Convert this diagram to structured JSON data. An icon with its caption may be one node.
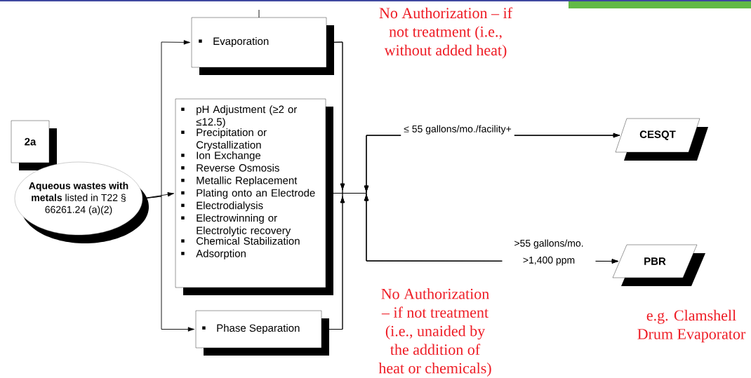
{
  "diagram": {
    "nodes": [
      {
        "text": [
          "2a"
        ]
      },
      {
        "text": [
          "**Aqueous wastes with metals** listed in T22 § 66261.24 (a)(2)"
        ]
      },
      {
        "text": [
          "Evaporation"
        ]
      },
      {
        "text": [
          "pH Adjustment (≥2 or ≤12.5)",
          "Precipitation or Crystallization",
          "Ion Exchange",
          "Reverse Osmosis",
          "Metallic Replacement",
          "Plating onto an Electrode",
          "Electrodialysis",
          "Electrowinning or Electrolytic recovery",
          "Chemical Stabilization",
          "Adsorption"
        ]
      },
      {
        "text": [
          "Phase Separation"
        ]
      },
      {
        "text": [
          "CESQT"
        ]
      },
      {
        "text": [
          "PBR"
        ]
      }
    ],
    "edges": [
      {
        "from": null,
        "to": 2,
        "arrow": "none"
      },
      {
        "from": 1,
        "to": 2,
        "arrow": "to"
      },
      {
        "from": 1,
        "to": 3,
        "arrow": "to"
      },
      {
        "from": 1,
        "to": 4,
        "arrow": "to"
      },
      {
        "from": 2,
        "to": 5,
        "arrow": "to"
      },
      {
        "from": 2,
        "to": 6,
        "arrow": "to"
      },
      {
        "from": 3,
        "to": 5,
        "arrow": "to",
        "label": "≤ 55 gallons/mo./facility+"
      },
      {
        "from": 3,
        "to": 6,
        "arrow": "to",
        "label": ">55 gallons/mo. >1,400 ppm"
      },
      {
        "from": 4,
        "to": 5,
        "arrow": "to"
      },
      {
        "from": 4,
        "to": 6,
        "arrow": "to"
      }
    ],
    "labels": [
      "No Authorization – if not treatment (i.e., without added heat)",
      "No Authorization – if not treatment (i.e., unaided by the addition of heat or chemicals)",
      "e.g. Clamshell Drum Evaporator"
    ]
  }
}
